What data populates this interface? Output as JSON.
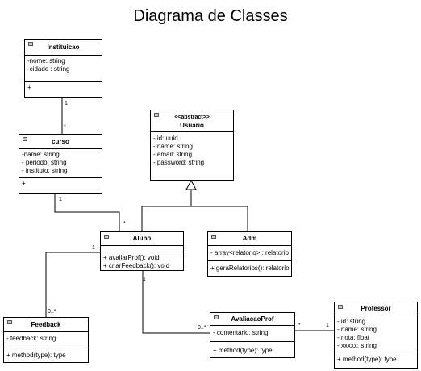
{
  "title": "Diagrama de Classes",
  "classes": {
    "instituicao": {
      "name": "Instituicao",
      "attributes": [
        "-nome: string",
        "-cidade : string"
      ],
      "operations": [
        "+"
      ]
    },
    "curso": {
      "name": "curso",
      "attributes": [
        "-name: string",
        "- periodo: string",
        "- instituto: string"
      ],
      "operations": [
        "+"
      ]
    },
    "usuario": {
      "stereotype": "<<abstract>>",
      "name": "Usuario",
      "attributes": [
        "- id: uuid",
        "- name: string",
        "- email: string",
        "- password: string"
      ],
      "operations": []
    },
    "aluno": {
      "name": "Aluno",
      "attributes": [],
      "operations": [
        "+ avaliarProf(): void",
        "+ criarFeedback(): void"
      ]
    },
    "adm": {
      "name": "Adm",
      "attributes": [
        "- array<relatorio> : relatorio"
      ],
      "operations": [
        "+ geraRelatorios(): relatorio"
      ]
    },
    "feedback": {
      "name": "Feedback",
      "attributes": [
        "- feedback: string"
      ],
      "operations": [
        "+ method(type): type"
      ]
    },
    "avaliacaoprof": {
      "name": "AvaliacaoProf",
      "attributes": [
        "- comentario: string"
      ],
      "operations": [
        "+ method(type): type"
      ]
    },
    "professor": {
      "name": "Professor",
      "attributes": [
        "- id: string",
        "- name: string",
        "- nota: float",
        "- xxxxx: string"
      ],
      "operations": [
        "+ method(type): type"
      ]
    }
  },
  "multiplicities": {
    "inst_curso_1": "1",
    "inst_curso_star": "*",
    "curso_aluno_1": "1",
    "curso_aluno_star": "*",
    "aluno_feedback_1": "1",
    "aluno_feedback_many": "0..*",
    "aluno_aval_1": "1",
    "aluno_aval_many": "0..*",
    "aval_prof_star": "*",
    "aval_prof_1": "1"
  }
}
